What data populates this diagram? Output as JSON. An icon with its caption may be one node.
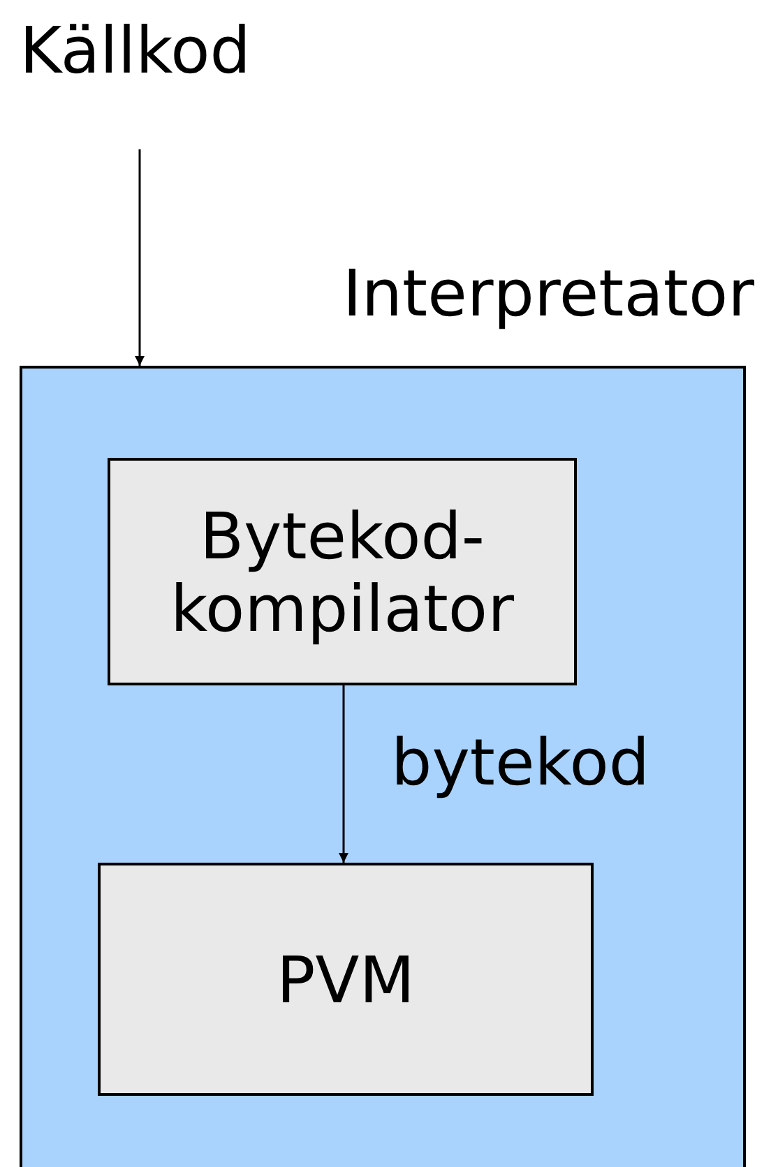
{
  "diagram": {
    "nodes": [
      {
        "text": [
          "Källkod"
        ]
      },
      {
        "text": [
          "Interpretator"
        ]
      },
      {
        "text": [
          "Bytekod-kompilator"
        ],
        "in": 1
      },
      {
        "text": [
          "PVM"
        ],
        "in": 1
      }
    ],
    "edges": [
      {
        "from": 0,
        "to": 1,
        "arrow": "to"
      },
      {
        "from": 2,
        "to": 3,
        "arrow": "to",
        "label": "bytekod"
      }
    ]
  }
}
